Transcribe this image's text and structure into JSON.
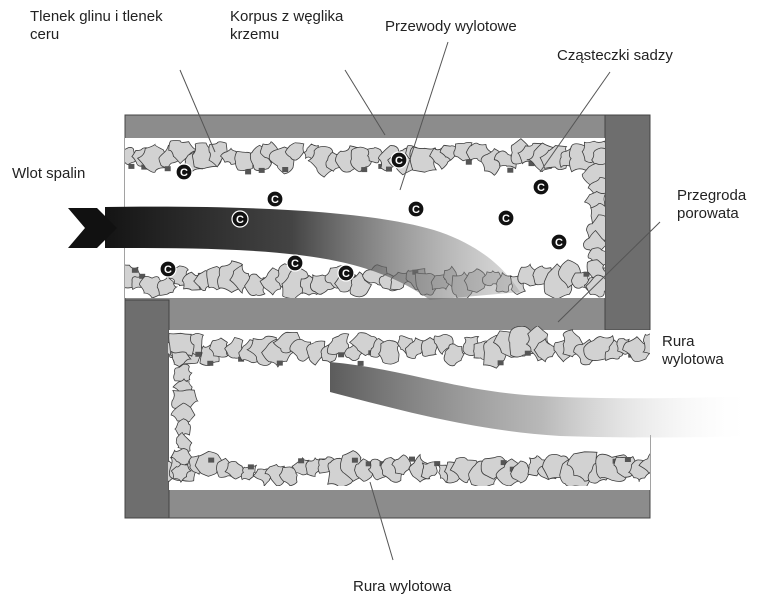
{
  "labels": {
    "alumina_ceria": "Tlenek glinu i tlenek\nceru",
    "sic_body": "Korpus z węglika\nkrzemu",
    "outlet_channels": "Przewody wylotowe",
    "soot_particles": "Cząsteczki sadzy",
    "exhaust_inlet": "Wlot spalin",
    "porous_wall": "Przegroda\nporowata",
    "outlet_pipe_right": "Rura\nwylotowa",
    "outlet_pipe_bottom": "Rura wylotowa"
  },
  "soot_symbol": "C",
  "colors": {
    "body": "#8c8c8c",
    "body_dark": "#6e6e6e",
    "coating": "#d2d2d2",
    "coating_edge": "#3c3c3c",
    "channel": "#ffffff",
    "flow_dark": "#1a1a1a"
  }
}
